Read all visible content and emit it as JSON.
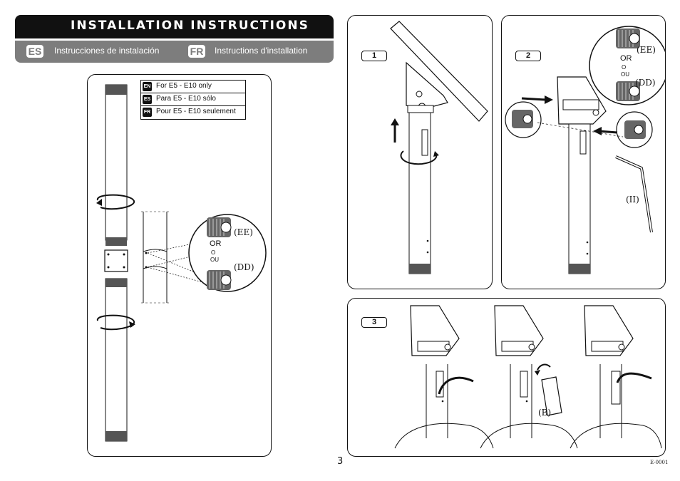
{
  "header": {
    "title": "INSTALLATION INSTRUCTIONS",
    "languages": [
      {
        "code": "ES",
        "text": "Instrucciones de instalación"
      },
      {
        "code": "FR",
        "text": "Instructions d'installation"
      }
    ]
  },
  "legend": [
    {
      "code": "EN",
      "text": "For E5 - E10 only"
    },
    {
      "code": "ES",
      "text": "Para E5 - E10 sólo"
    },
    {
      "code": "FR",
      "text": "Pour E5 - E10 seulement"
    }
  ],
  "left_panel": {
    "label_ee": "(EE)",
    "label_dd": "(DD)",
    "or": "OR",
    "o": "O",
    "ou": "OU"
  },
  "steps": [
    {
      "number": "1"
    },
    {
      "number": "2",
      "label_ee": "(EE)",
      "label_dd": "(DD)",
      "or": "OR",
      "o": "O",
      "ou": "OU",
      "label_ii": "(II)"
    },
    {
      "number": "3",
      "label_b": "(B)"
    }
  ],
  "footer": {
    "page_number": "3",
    "doc_code": "E-0001"
  }
}
